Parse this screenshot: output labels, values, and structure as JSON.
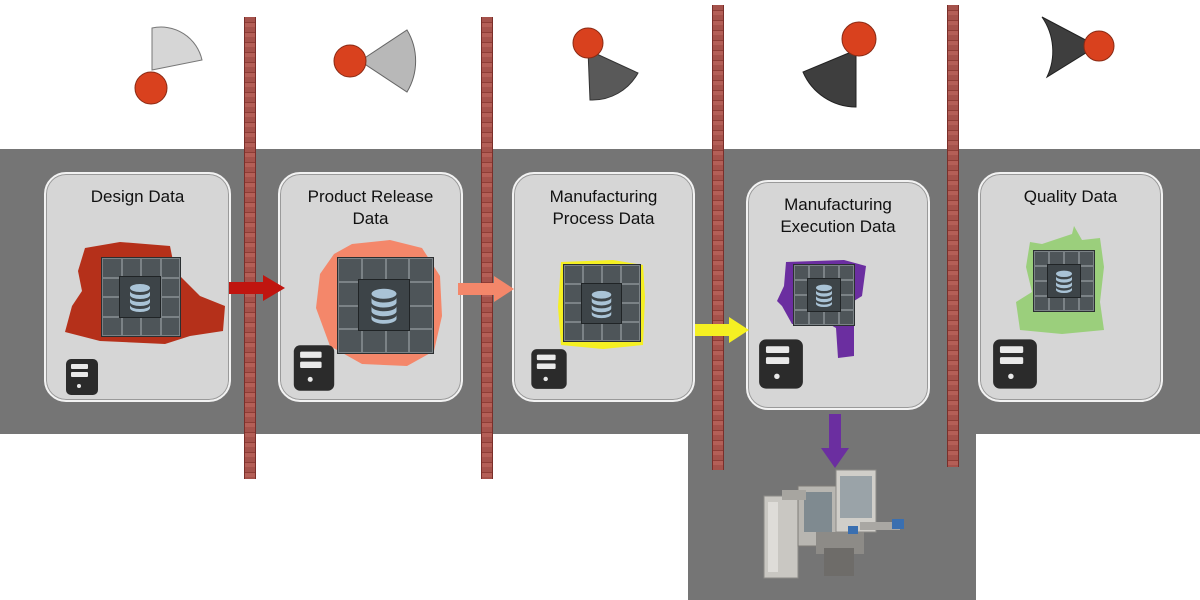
{
  "stages": [
    {
      "title": "Design Data",
      "blob_color": "#b5301a"
    },
    {
      "title": "Product Release\nData",
      "blob_color": "#f4876a"
    },
    {
      "title": "Manufacturing\nProcess Data",
      "blob_color": "#f5f022"
    },
    {
      "title": "Manufacturing\nExecution Data",
      "blob_color": "#6b2ea0"
    },
    {
      "title": "Quality Data",
      "blob_color": "#9bcf7c"
    }
  ],
  "colors": {
    "band": "#757575",
    "stage_fill": "#d6d6d6",
    "wall": "#a5524b",
    "actor_head": "#d9411e",
    "arrow_1": "#c0150f",
    "arrow_2": "#f4876a",
    "arrow_3": "#f5f022",
    "arrow_4": "#6b2ea0"
  },
  "icons": [
    "database-icon",
    "server-icon",
    "fan-sector-icon",
    "arrow-right-icon",
    "arrow-down-icon",
    "machine-icon"
  ]
}
